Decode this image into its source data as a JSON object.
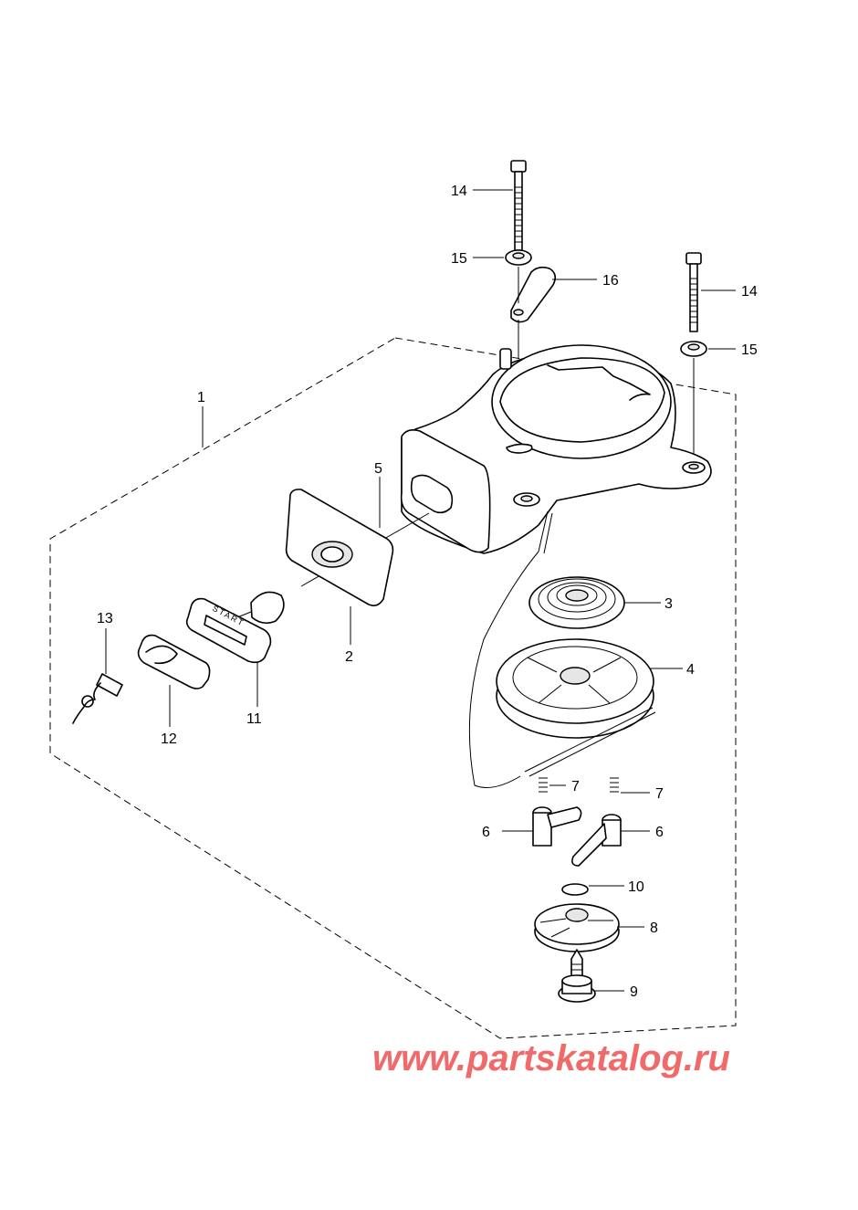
{
  "handle_text": "START",
  "callouts": [
    {
      "text": "14"
    },
    {
      "text": "15"
    },
    {
      "text": "16"
    },
    {
      "text": "14"
    },
    {
      "text": "15"
    },
    {
      "text": "1"
    },
    {
      "text": "5"
    },
    {
      "text": "3"
    },
    {
      "text": "4"
    },
    {
      "text": "2"
    },
    {
      "text": "11"
    },
    {
      "text": "12"
    },
    {
      "text": "13"
    },
    {
      "text": "7"
    },
    {
      "text": "7"
    },
    {
      "text": "6"
    },
    {
      "text": "6"
    },
    {
      "text": "10"
    },
    {
      "text": "8"
    },
    {
      "text": "9"
    }
  ],
  "watermark": {
    "text": "www.partskatalog.ru",
    "color": "#f06a6a"
  }
}
